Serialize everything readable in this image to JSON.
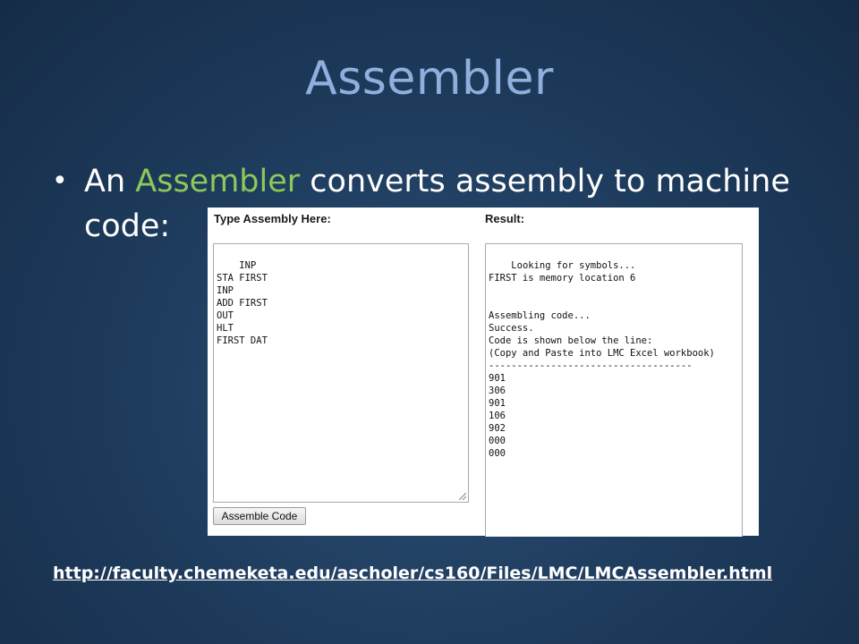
{
  "slide": {
    "title": "Assembler",
    "bullet": {
      "before": "An ",
      "highlight": "Assembler",
      "after": " converts assembly to machine code:"
    },
    "link": "http://faculty.chemeketa.edu/ascholer/cs160/Files/LMC/LMCAssembler.html"
  },
  "colors": {
    "title": "#8fb0dd",
    "accent": "#8cc85a",
    "background": "#1f3d5f"
  },
  "screenshot": {
    "input_label": "Type Assembly Here:",
    "result_label": "Result:",
    "code": "INP\nSTA FIRST\nINP\nADD FIRST\nOUT\nHLT\nFIRST DAT",
    "result": "Looking for symbols...\nFIRST is memory location 6\n\n\nAssembling code...\nSuccess.\nCode is shown below the line:\n(Copy and Paste into LMC Excel workbook)\n------------------------------------\n901\n306\n901\n106\n902\n000\n000",
    "button_label": "Assemble Code"
  }
}
